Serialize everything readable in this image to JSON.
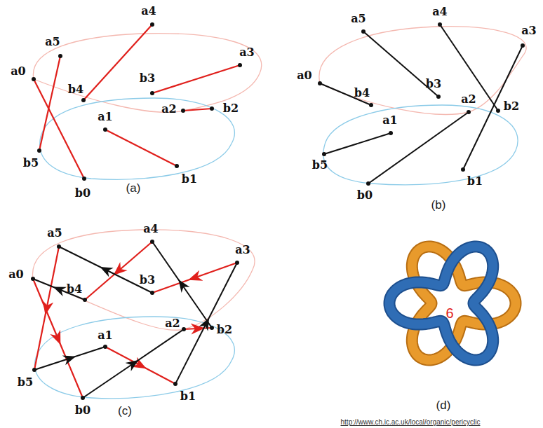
{
  "diagram": {
    "labels": [
      "a5",
      "a4",
      "a3",
      "a0",
      "b4",
      "b3",
      "a2",
      "b2",
      "a1",
      "b5",
      "b0",
      "b1",
      "(a)",
      "a5",
      "a4",
      "a3",
      "a0",
      "b4",
      "b3",
      "a1",
      "a2",
      "b2",
      "b5",
      "b0",
      "b1",
      "(b)",
      "a5",
      "a4",
      "a3",
      "a0",
      "b4",
      "b3",
      "a2",
      "b2",
      "a1",
      "b5",
      "b0",
      "b1",
      "(c)",
      "6",
      "(d)",
      "http://www.ch.ic.ac.uk/local/organic/pericyclic"
    ]
  }
}
